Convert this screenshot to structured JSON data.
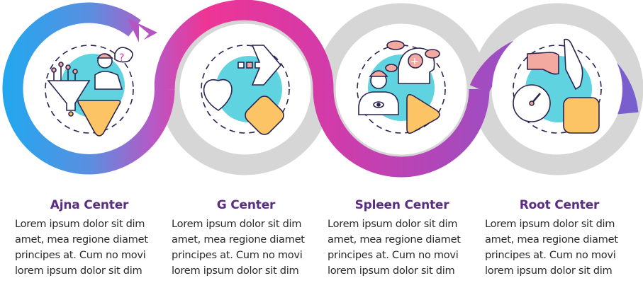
{
  "colors": {
    "ring_start": "#1fa8f0",
    "ring_mid": "#e8379a",
    "ring_end": "#7b5fcf",
    "ring_gray": "#d6d6d6",
    "teal": "#5fd3df",
    "yellow": "#fdc466",
    "pink": "#f4a9a0",
    "outline": "#2a2450",
    "title": "#5a2d82",
    "body": "#2a2a2a"
  },
  "steps": [
    {
      "title": "Ajna Center",
      "icon": "funnel-thinking-person-icon",
      "shape": "triangle-down-icon",
      "lines": [
        "Lorem ipsum dolor sit dim",
        "amet, mea regione diamet",
        "principes at. Cum no movi",
        "lorem ipsum dolor sit dim"
      ]
    },
    {
      "title": "G Center",
      "icon": "heart-arrow-icon",
      "shape": "rounded-diamond-icon",
      "lines": [
        "Lorem ipsum dolor sit dim",
        "amet, mea regione diamet",
        "principes at. Cum no movi",
        "lorem ipsum dolor sit dim"
      ]
    },
    {
      "title": "Spleen Center",
      "icon": "person-mind-health-icon",
      "shape": "play-triangle-icon",
      "lines": [
        "Lorem ipsum dolor sit dim",
        "amet, mea regione diamet",
        "principes at. Cum no movi",
        "lorem ipsum dolor sit dim"
      ]
    },
    {
      "title": "Root Center",
      "icon": "fist-hand-gauge-icon",
      "shape": "rounded-square-icon",
      "lines": [
        "Lorem ipsum dolor sit dim",
        "amet, mea regione diamet",
        "principes at. Cum no movi",
        "lorem ipsum dolor sit dim"
      ]
    }
  ]
}
